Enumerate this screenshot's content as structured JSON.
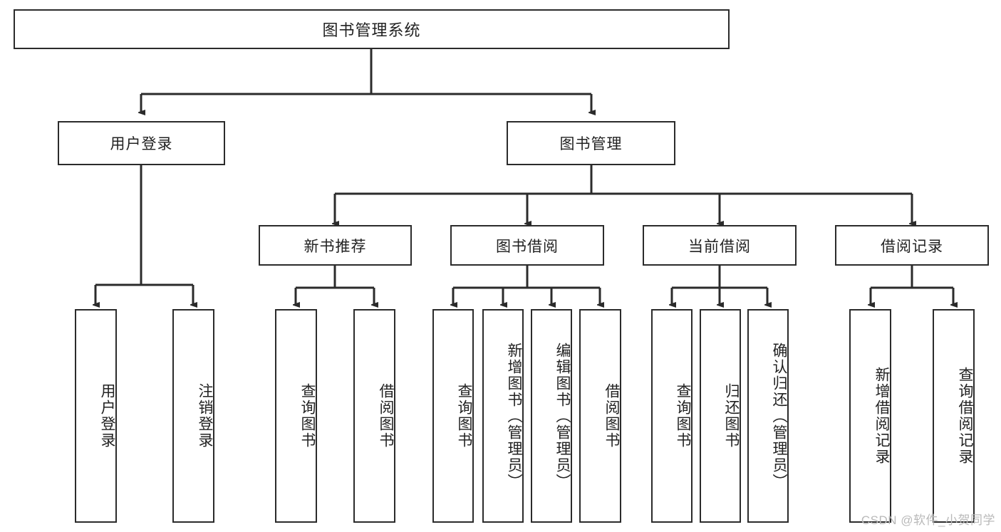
{
  "diagram": {
    "type": "tree-hierarchy",
    "title": "图书管理系统",
    "root": {
      "label": "图书管理系统"
    },
    "level2": [
      {
        "label": "用户登录"
      },
      {
        "label": "图书管理"
      }
    ],
    "level3": [
      {
        "label": "新书推荐"
      },
      {
        "label": "图书借阅"
      },
      {
        "label": "当前借阅"
      },
      {
        "label": "借阅记录"
      }
    ],
    "leaves": {
      "user_login": [
        {
          "label": "用户登录"
        },
        {
          "label": "注销登录"
        }
      ],
      "new_book_recommend": [
        {
          "label": "查询图书"
        },
        {
          "label": "借阅图书"
        }
      ],
      "book_borrow": [
        {
          "label": "查询图书"
        },
        {
          "label": "新增图书（管理员）"
        },
        {
          "label": "编辑图书（管理员）"
        },
        {
          "label": "借阅图书"
        }
      ],
      "current_borrow": [
        {
          "label": "查询图书"
        },
        {
          "label": "归还图书"
        },
        {
          "label": "确认归还（管理员）"
        }
      ],
      "borrow_record": [
        {
          "label": "新增借阅记录"
        },
        {
          "label": "查询借阅记录"
        }
      ]
    },
    "colors": {
      "stroke": "#2b2b2b",
      "fill": "#ffffff",
      "text": "#222222",
      "watermark": "#b9b9b9"
    }
  },
  "watermark": {
    "text": "CSDN @软件_小贺同学"
  }
}
